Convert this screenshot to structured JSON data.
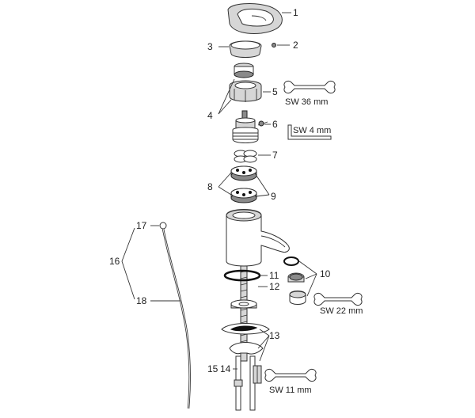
{
  "labels": {
    "p1": "1",
    "p2": "2",
    "p3": "3",
    "p4": "4",
    "p5": "5",
    "p6": "6",
    "p7": "7",
    "p8": "8",
    "p9": "9",
    "p10": "10",
    "p11": "11",
    "p12": "12",
    "p13": "13",
    "p14": "14",
    "p15": "15",
    "p16": "16",
    "p17": "17",
    "p18": "18"
  },
  "tools": {
    "wrench_36": "SW 36 mm",
    "hex_key_4": "SW 4 mm",
    "wrench_22": "SW 22 mm",
    "wrench_11": "SW 11 mm"
  }
}
